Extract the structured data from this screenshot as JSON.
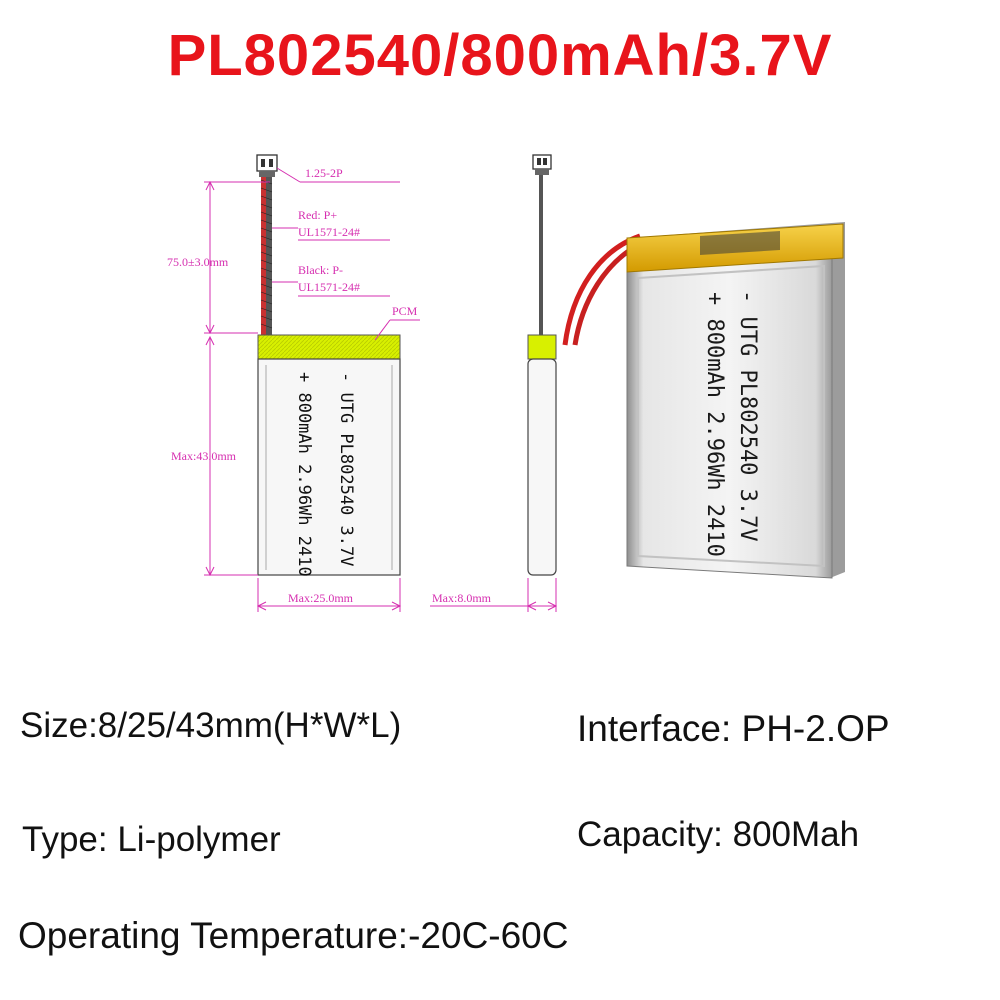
{
  "title": "PL802540/800mAh/3.7V",
  "drawing": {
    "connector_label": "1.25-2P",
    "red_wire_label": "Red: P+",
    "red_wire_spec": "UL1571-24#",
    "black_wire_label": "Black: P-",
    "black_wire_spec": "UL1571-24#",
    "pcm_label": "PCM",
    "lead_length": "75.0±3.0mm",
    "max_length": "Max:43.0mm",
    "max_width": "Max:25.0mm",
    "max_thickness": "Max:8.0mm",
    "battery_line1": "- UTG PL802540 3.7V",
    "battery_line2": "+ 800mAh 2.96Wh 2410"
  },
  "photo": {
    "battery_line1": "- UTG PL802540 3.7V",
    "battery_line2": "+ 800mAh 2.96Wh 2410"
  },
  "specs": {
    "size": "Size:8/25/43mm(H*W*L)",
    "interface": "Interface: PH-2.OP",
    "type": "Type: Li-polymer",
    "capacity": "Capacity: 800Mah",
    "temperature": "Operating Temperature:-20C-60C"
  },
  "colors": {
    "title": "#e8141b",
    "dimension": "#d62fb0",
    "pcm_fill": "#d8f000",
    "tape": "#e8b400"
  }
}
